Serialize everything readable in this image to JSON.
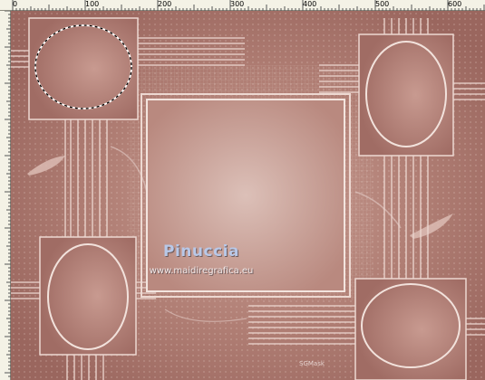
{
  "ruler": {
    "ticks": [
      "0",
      "100",
      "200",
      "300",
      "400",
      "500",
      "600"
    ]
  },
  "watermark": {
    "name": "Pinuccia",
    "url": "www.maidiregrafica.eu",
    "mask": "SGMask"
  },
  "colors": {
    "background": "#a8726a",
    "frame_light": "#e8cfc6",
    "frame_stroke": "#f2e2dc",
    "center_glow": "#d9bab0"
  },
  "selection": {
    "shape": "ellipse",
    "style": "marching-ants"
  }
}
